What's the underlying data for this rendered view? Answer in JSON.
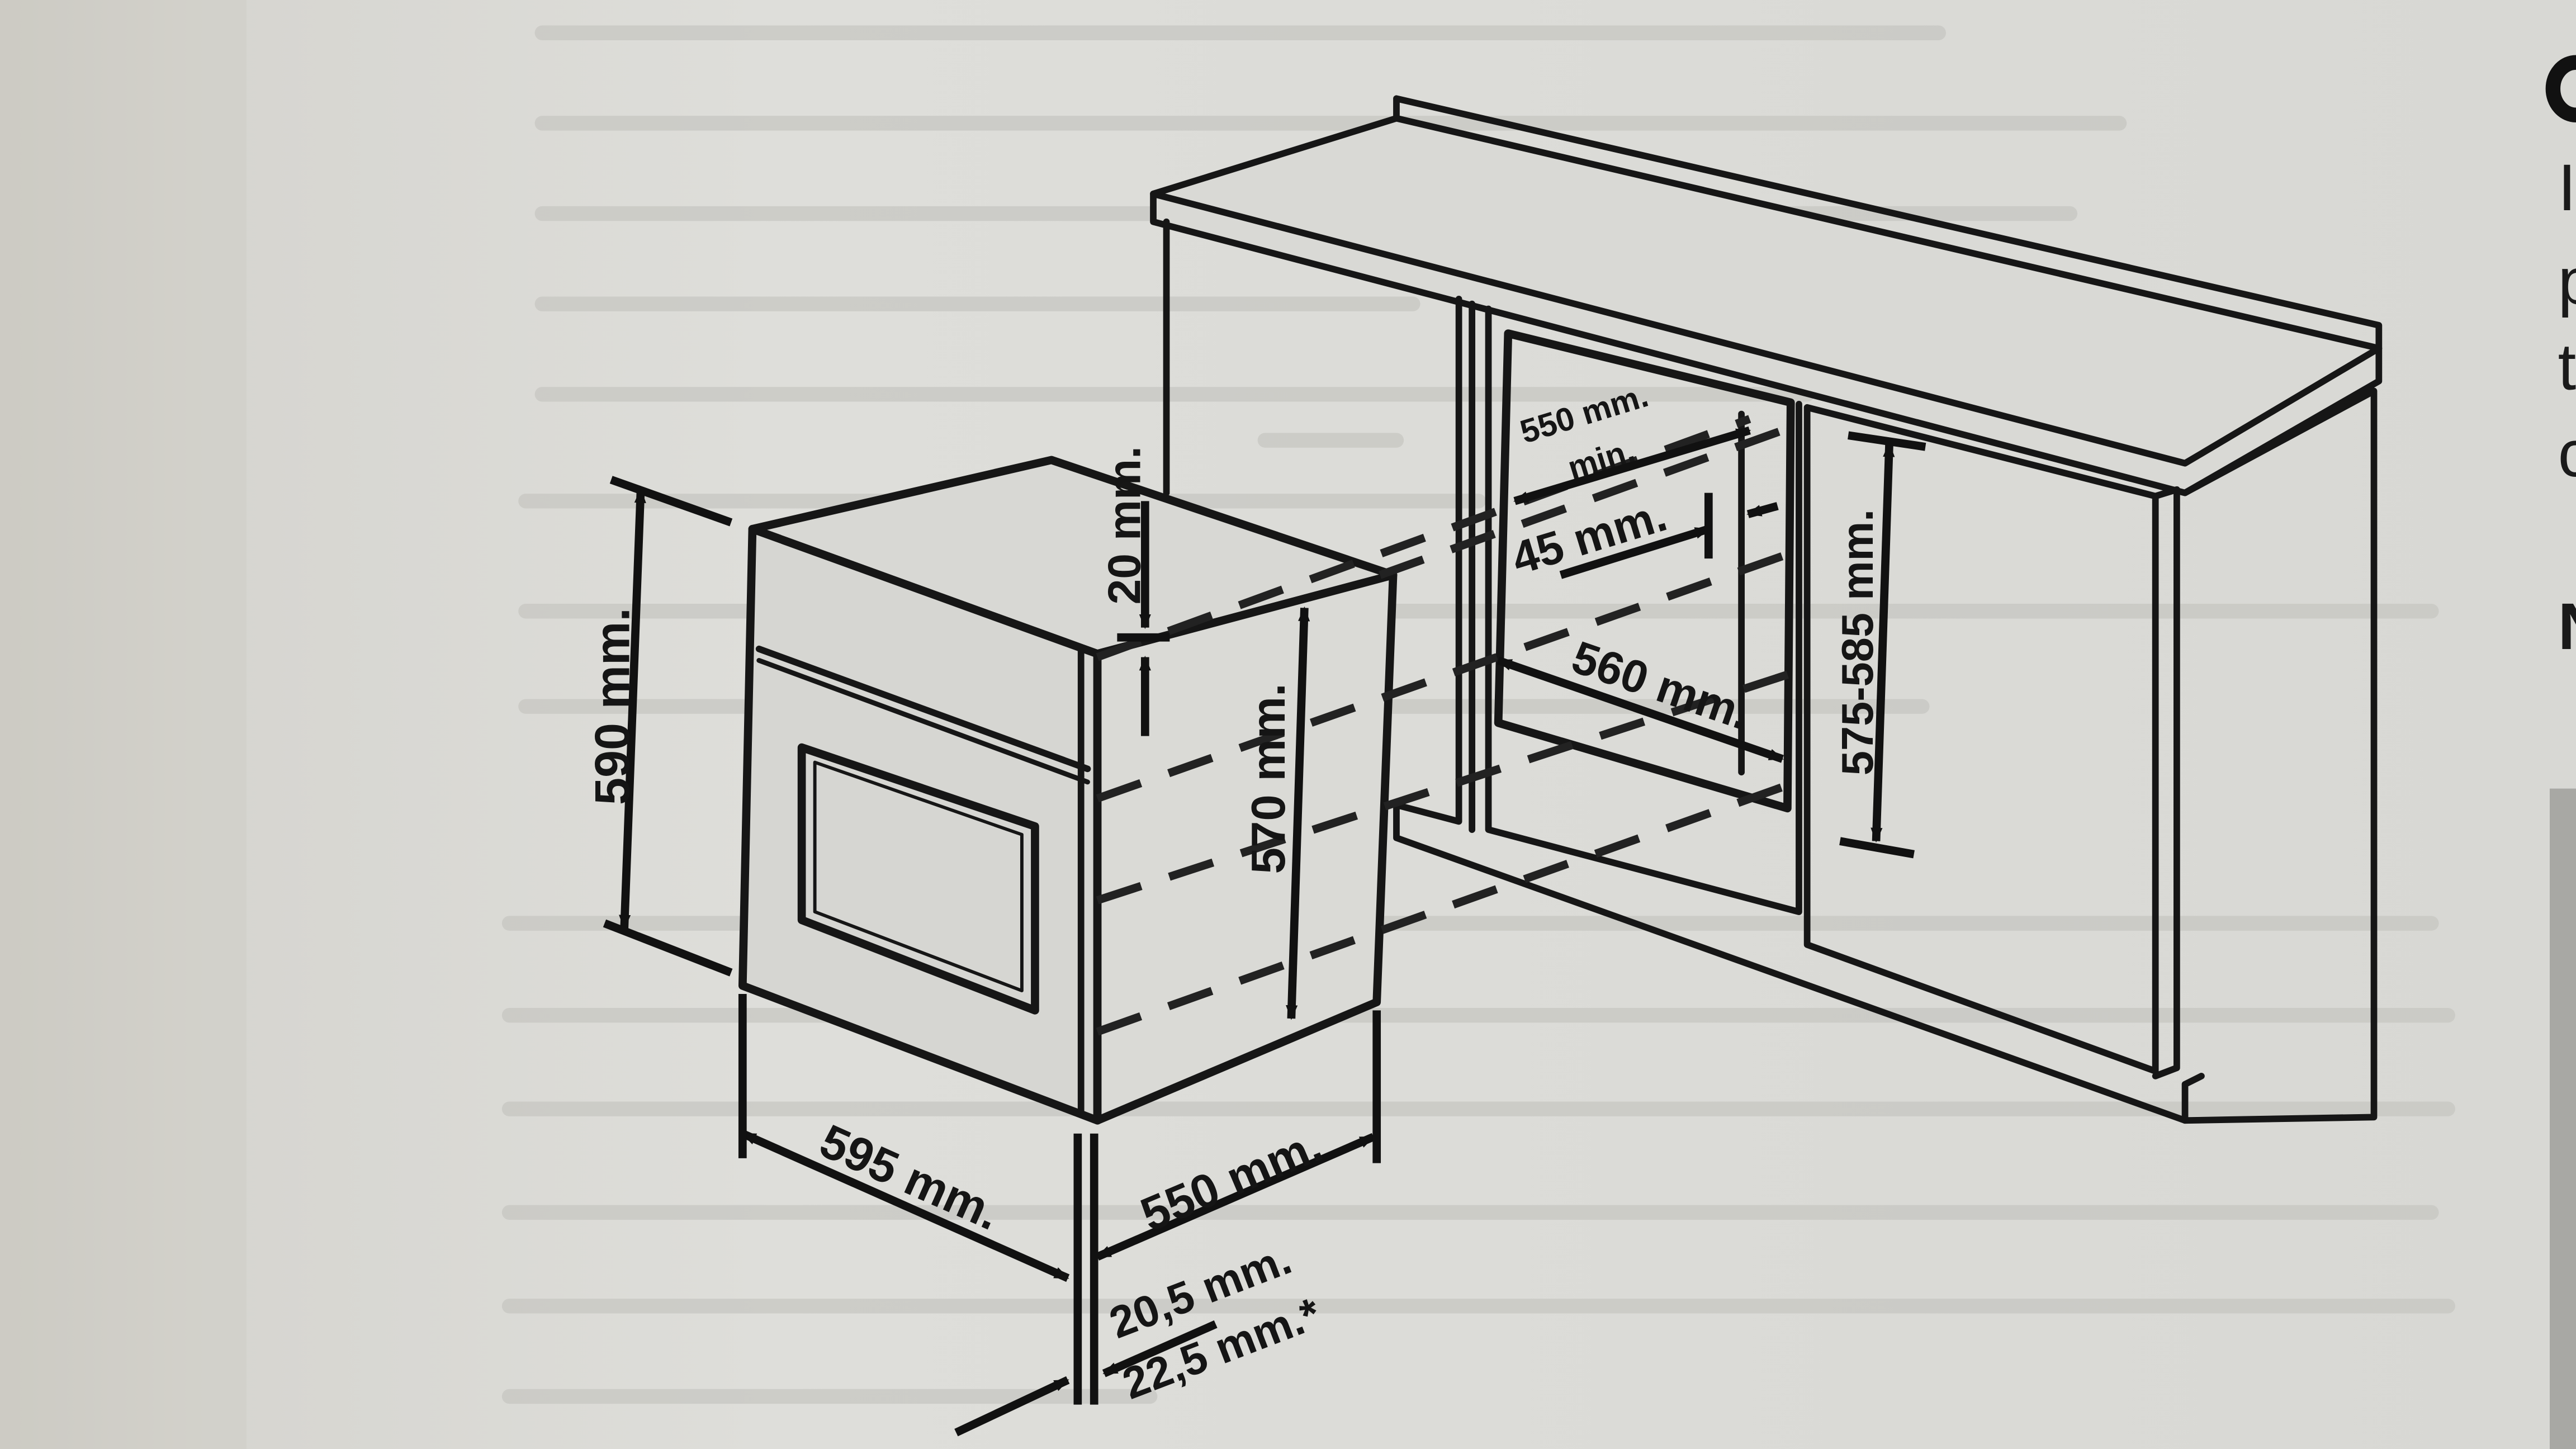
{
  "diagram": {
    "oven": {
      "height": "590 mm.",
      "width": "595 mm.",
      "depth": "550 mm.",
      "top_offset": "20 mm.",
      "body_height": "570 mm.",
      "door_thickness_a": "20,5 mm.",
      "door_thickness_b": "22,5 mm.*"
    },
    "cabinet": {
      "depth_value": "550 mm.",
      "depth_qualifier": "min.",
      "side_gap": "45 mm.",
      "opening_width": "560 mm.",
      "opening_height": "575-585 mm."
    }
  },
  "right_edge_text": {
    "lines": [
      "I",
      "p",
      "t",
      "c"
    ],
    "heading": "N"
  },
  "colors": {
    "paper": "#dcdcd8",
    "ink": "#161616",
    "bleed_through": "#c9c9c4"
  }
}
